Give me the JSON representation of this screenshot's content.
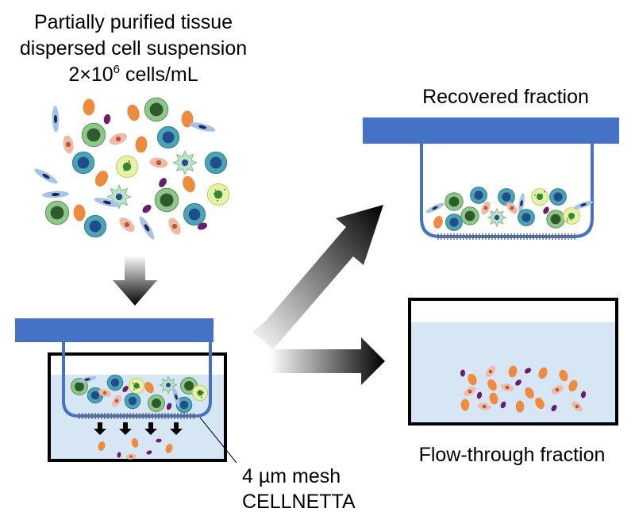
{
  "source": {
    "title_line1": "Partially purified tissue",
    "title_line2": "dispersed cell suspension",
    "concentration_prefix": "2×10",
    "concentration_exponent": "6",
    "concentration_suffix": " cells/mL"
  },
  "recovered": {
    "label": "Recovered fraction"
  },
  "flowthrough": {
    "label": "Flow-through fraction"
  },
  "mesh": {
    "line1": "4 µm mesh",
    "line2": "CELLNETTA"
  },
  "colors": {
    "insert_blue": "#4472C4",
    "medium_blue": "#D6E6F4",
    "cell_green": "#8DC88A",
    "cell_teal": "#4BA3B5",
    "cell_orange": "#F08A3C",
    "cell_yellow": "#E7F2A6",
    "cell_purple": "#6A1C6E",
    "cell_lightblue": "#A6C3E3",
    "cell_pink": "#F2B9A5"
  },
  "icons": {
    "down_arrow": "gradient-down-arrow-icon",
    "up_arrow": "gradient-up-right-arrow-icon",
    "right_arrow": "gradient-right-arrow-icon",
    "flow_arrows": "black-down-arrow-icon"
  }
}
